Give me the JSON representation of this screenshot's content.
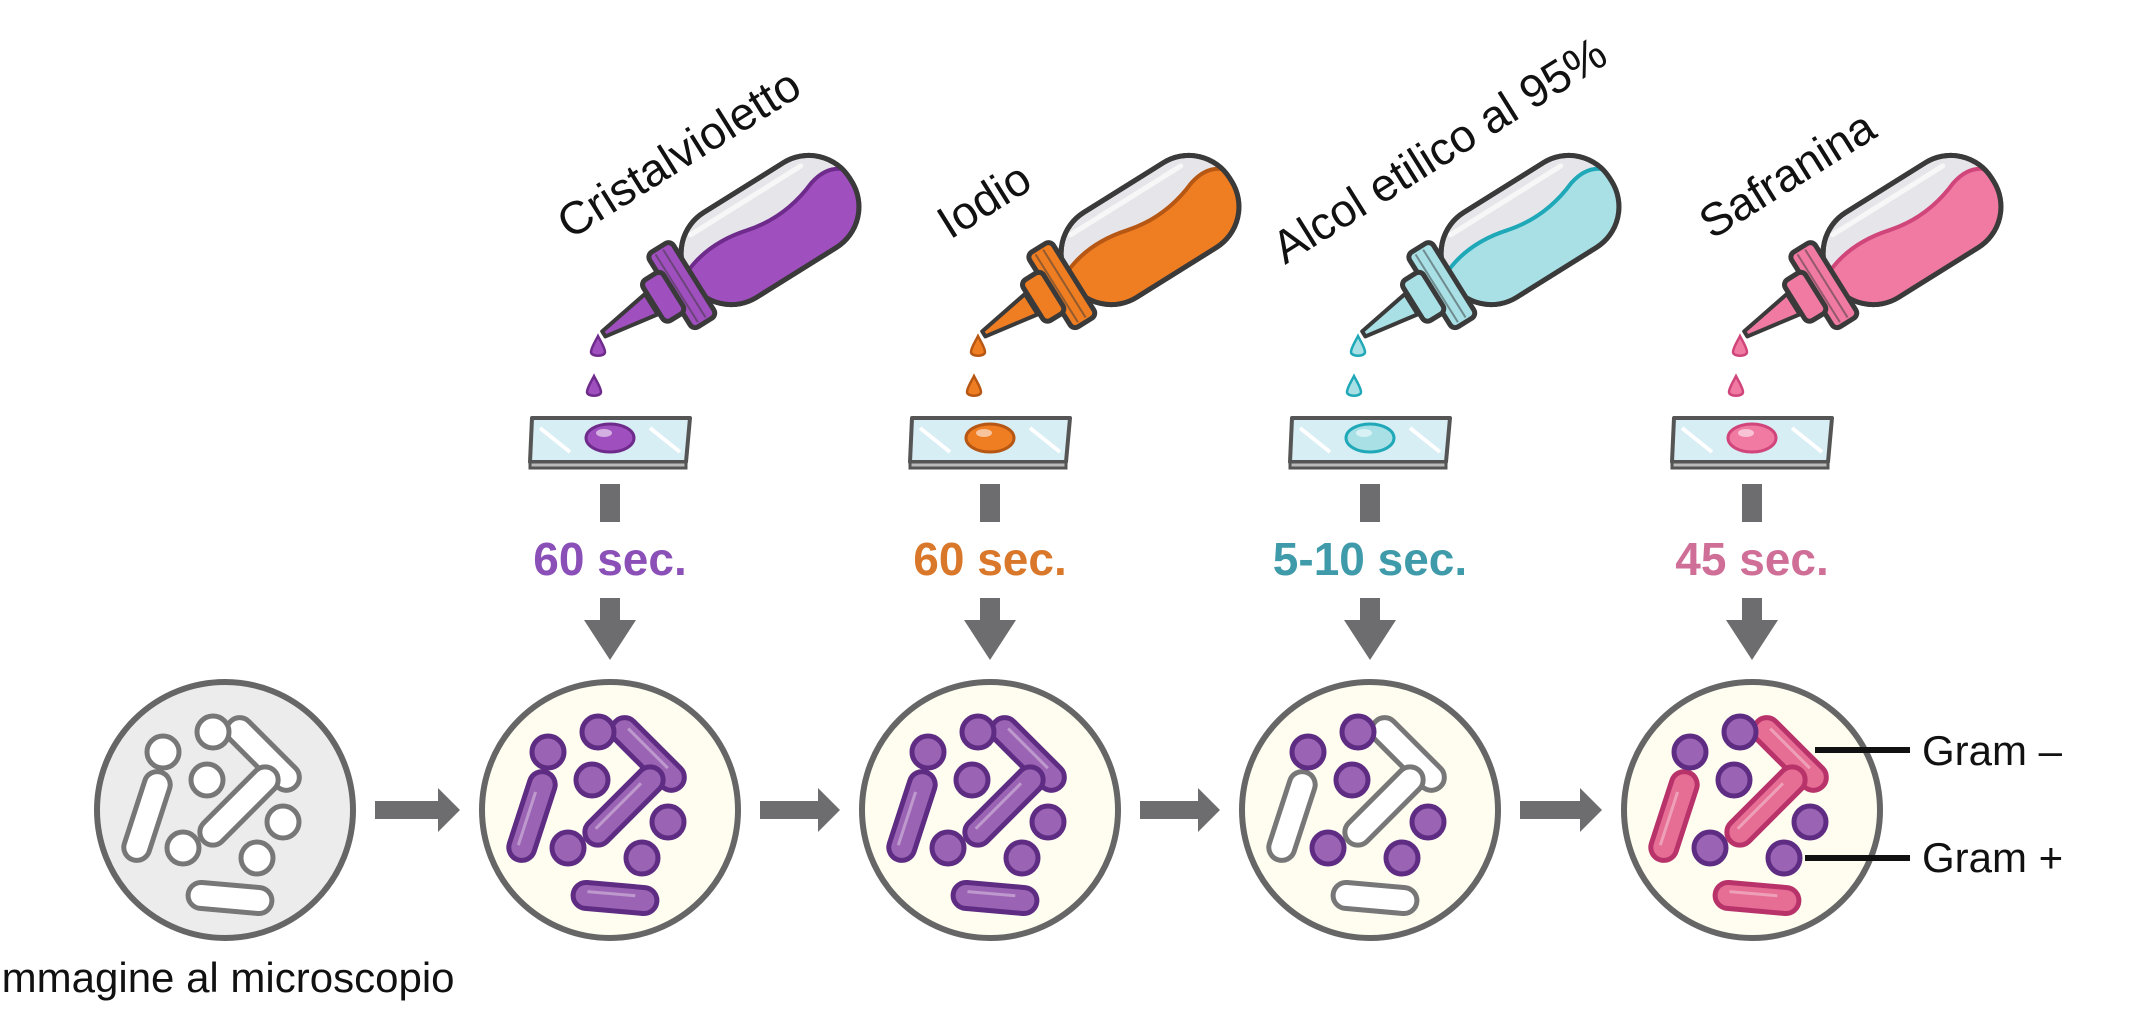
{
  "reagents": [
    {
      "name": "Cristalvioletto",
      "time": "60 sec.",
      "color": "#a04fbf",
      "dark": "#6e2b8c",
      "time_color": "#8b4fb8"
    },
    {
      "name": "Iodio",
      "time": "60 sec.",
      "color": "#ef7d22",
      "dark": "#b65714",
      "time_color": "#d9782a"
    },
    {
      "name": "Alcol etilico al 95%",
      "time": "5-10 sec.",
      "color": "#a8e0e6",
      "dark": "#1fa8b8",
      "time_color": "#3f9aaa"
    },
    {
      "name": "Safranina",
      "time": "45 sec.",
      "color": "#f07aa2",
      "dark": "#d0457a",
      "time_color": "#cf6f97"
    }
  ],
  "microscope_label": "Immagine al microscopio",
  "result_labels": {
    "gram_negative": "Gram –",
    "gram_positive": "Gram +"
  },
  "colors": {
    "purple_cell": "#9b63b3",
    "purple_outline": "#5e2d83",
    "pink_cell": "#e66d94",
    "pink_outline": "#b8336a",
    "empty_cell_outline": "#777777",
    "arrow": "#6d6d6f",
    "dish_fill": "#fefdf0",
    "dish_start_fill": "#ececec"
  }
}
